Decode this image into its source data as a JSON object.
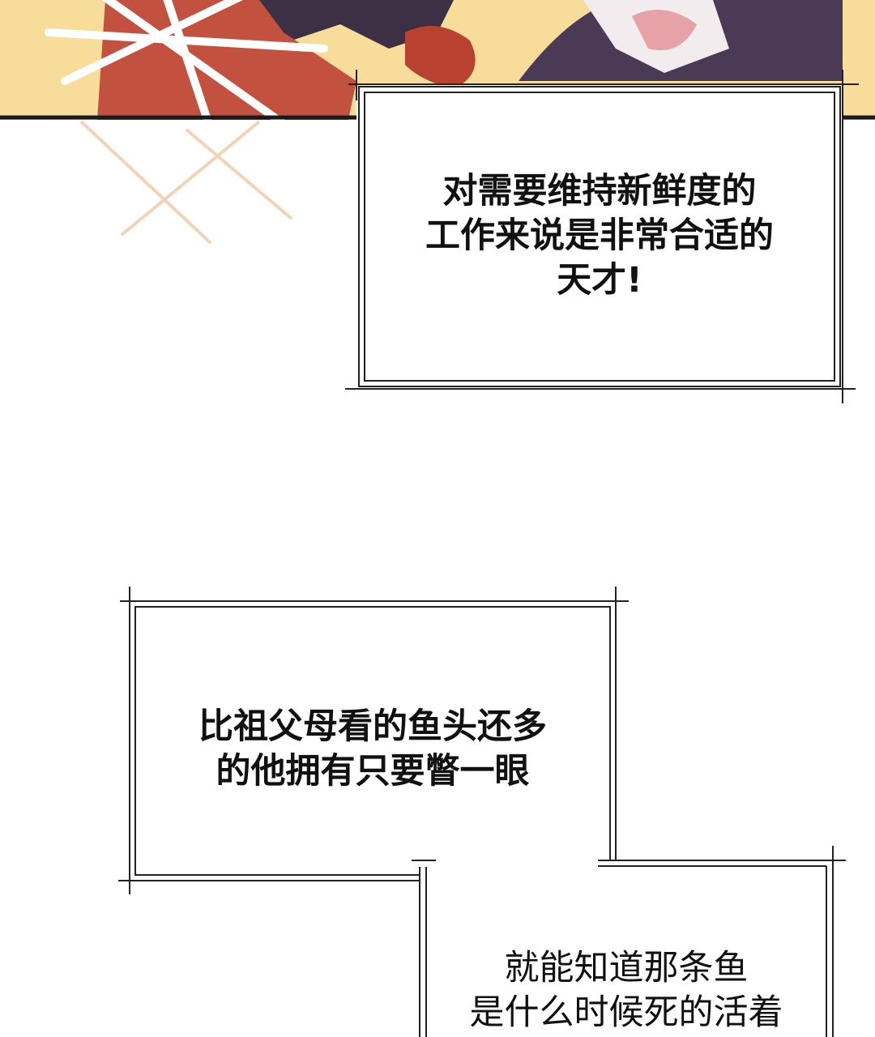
{
  "panels": {
    "top_art": {
      "colors": {
        "background_yellow": "#f7dc9a",
        "red_cloth": "#c2523f",
        "dark_hair": "#3d3044",
        "sparkle": "#ffffff",
        "panel_border": "#1a1a1a"
      }
    },
    "caption_1": {
      "lines": [
        "对需要维持新鲜度的",
        "工作来说是非常合适的",
        "天才!"
      ]
    },
    "caption_2": {
      "lines": [
        "比祖父母看的鱼头还多",
        "的他拥有只要瞥一眼"
      ]
    },
    "caption_3": {
      "lines": [
        "就能知道那条鱼",
        "是什么时候死的活着"
      ]
    }
  }
}
